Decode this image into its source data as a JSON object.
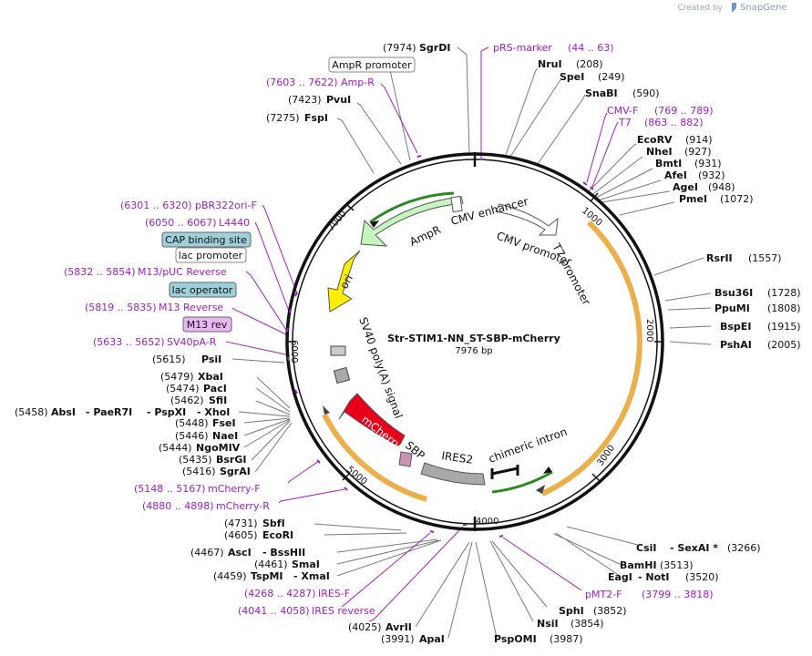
{
  "header": {
    "credit_prefix": "Created by",
    "credit_brand": "SnapGene"
  },
  "plasmid": {
    "name": "Str-STIM1-NN_ST-SBP-mCherry",
    "length": "7976 bp",
    "tick_labels": [
      "1000",
      "2000",
      "3000",
      "4000",
      "5000",
      "6000",
      "7000"
    ]
  },
  "feature_labels": {
    "cmv_enhancer": "CMV enhancer",
    "cmv_promoter": "CMV promoter",
    "t7_promoter": "T7 promoter",
    "ampr": "AmpR",
    "ori": "ori",
    "sv40_polya": "SV40 poly(A) signal",
    "mcherry": "mCherry",
    "sbp": "SBP",
    "ires2": "IRES2",
    "chimeric_intron": "chimeric intron"
  },
  "boxed_labels": {
    "ampr_promoter": "AmpR promoter",
    "cap_binding_site": "CAP binding site",
    "lac_promoter": "lac promoter",
    "lac_operator": "lac operator",
    "m13_rev": "M13 rev"
  },
  "colors": {
    "primer": "#a020c0",
    "ampr": "#c6f5c0",
    "ori": "#ffee00",
    "mcherry": "#e8001a",
    "sbp": "#c896b4",
    "ires": "#a9a9a9",
    "orange_arc": "#e8a12c",
    "lac_box": "#9ed0da",
    "m13_box": "#e8b8f0"
  },
  "primers": {
    "prs_marker": {
      "name": "pRS-marker",
      "range": "(44 .. 63)"
    },
    "amp_r": {
      "range": "(7603 .. 7622)",
      "name": "Amp-R"
    },
    "cmv_f": {
      "name": "CMV-F",
      "range": "(769 .. 789)"
    },
    "t7": {
      "name": "T7",
      "range": "(863 .. 882)"
    },
    "pbr322ori_f": {
      "range": "(6301 .. 6320)",
      "name": "pBR322ori-F"
    },
    "l4440": {
      "range": "(6050 .. 6067)",
      "name": "L4440"
    },
    "m13_puc_reverse": {
      "range": "(5832 .. 5854)",
      "name": "M13/pUC Reverse"
    },
    "m13_reverse": {
      "range": "(5819 .. 5835)",
      "name": "M13 Reverse"
    },
    "sv40pa_r": {
      "range": "(5633 .. 5652)",
      "name": "SV40pA-R"
    },
    "mcherry_f": {
      "range": "(5148 .. 5167)",
      "name": "mCherry-F"
    },
    "mcherry_r": {
      "range": "(4880 .. 4898)",
      "name": "mCherry-R"
    },
    "ires_f": {
      "range": "(4268 .. 4287)",
      "name": "IRES-F"
    },
    "ires_reverse": {
      "range": "(4041 .. 4058)",
      "name": "IRES reverse"
    },
    "pmt2_f": {
      "name": "pMT2-F",
      "range": "(3799 .. 3818)"
    }
  },
  "sites": {
    "sgrdi": {
      "pos": "(7974)",
      "name": "SgrDI"
    },
    "nrui": {
      "name": "NruI",
      "pos": "(208)"
    },
    "spei": {
      "name": "SpeI",
      "pos": "(249)"
    },
    "snabi": {
      "name": "SnaBI",
      "pos": "(590)"
    },
    "pvui": {
      "pos": "(7423)",
      "name": "PvuI"
    },
    "fspi": {
      "pos": "(7275)",
      "name": "FspI"
    },
    "ecorv": {
      "name": "EcoRV",
      "pos": "(914)"
    },
    "nhei": {
      "name": "NheI",
      "pos": "(927)"
    },
    "bmti": {
      "name": "BmtI",
      "pos": "(931)"
    },
    "afei": {
      "name": "AfeI",
      "pos": "(932)"
    },
    "agei": {
      "name": "AgeI",
      "pos": "(948)"
    },
    "pmei": {
      "name": "PmeI",
      "pos": "(1072)"
    },
    "rsrii": {
      "name": "RsrII",
      "pos": "(1557)"
    },
    "bsu36i": {
      "name": "Bsu36I",
      "pos": "(1728)"
    },
    "ppumi": {
      "name": "PpuMI",
      "pos": "(1808)"
    },
    "bspei": {
      "name": "BspEI",
      "pos": "(1915)"
    },
    "pshai": {
      "name": "PshAI",
      "pos": "(2005)"
    },
    "psii": {
      "pos": "(5615)",
      "name": "PsiI"
    },
    "xbai": {
      "pos": "(5479)",
      "name": "XbaI"
    },
    "paci": {
      "pos": "(5474)",
      "name": "PacI"
    },
    "sfii": {
      "pos": "(5462)",
      "name": "SfiI"
    },
    "absi_group": {
      "pos": "(5458)",
      "name1": "AbsI",
      "sep1": "- PaeR7I",
      "sep2": "- PspXI",
      "sep3": "- XhoI"
    },
    "fsei": {
      "pos": "(5448)",
      "name": "FseI"
    },
    "naei": {
      "pos": "(5446)",
      "name": "NaeI"
    },
    "ngomiv": {
      "pos": "(5444)",
      "name": "NgoMIV"
    },
    "bsrgi": {
      "pos": "(5435)",
      "name": "BsrGI"
    },
    "sgrai": {
      "pos": "(5416)",
      "name": "SgrAI"
    },
    "sbfi": {
      "pos": "(4731)",
      "name": "SbfI"
    },
    "ecori": {
      "pos": "(4605)",
      "name": "EcoRI"
    },
    "asci_group": {
      "pos": "(4467)",
      "name1": "AscI",
      "name2": "- BssHII"
    },
    "smai": {
      "pos": "(4461)",
      "name": "SmaI"
    },
    "tspmi_group": {
      "pos": "(4459)",
      "name1": "TspMI",
      "name2": "- XmaI"
    },
    "avrii": {
      "pos": "(4025)",
      "name": "AvrII"
    },
    "apai": {
      "pos": "(3991)",
      "name": "ApaI"
    },
    "pspomi": {
      "name": "PspOMI",
      "pos": "(3987)"
    },
    "nsii": {
      "name": "NsiI",
      "pos": "(3854)"
    },
    "sphi": {
      "name": "SphI",
      "pos": "(3852)"
    },
    "csii_group": {
      "name1": "CsiI",
      "name2": "- SexAI *",
      "pos": "(3266)"
    },
    "bamhi": {
      "name": "BamHI",
      "pos": "(3513)"
    },
    "eagi_group": {
      "name1": "EagI",
      "name2": "- NotI",
      "pos": "(3520)"
    }
  }
}
